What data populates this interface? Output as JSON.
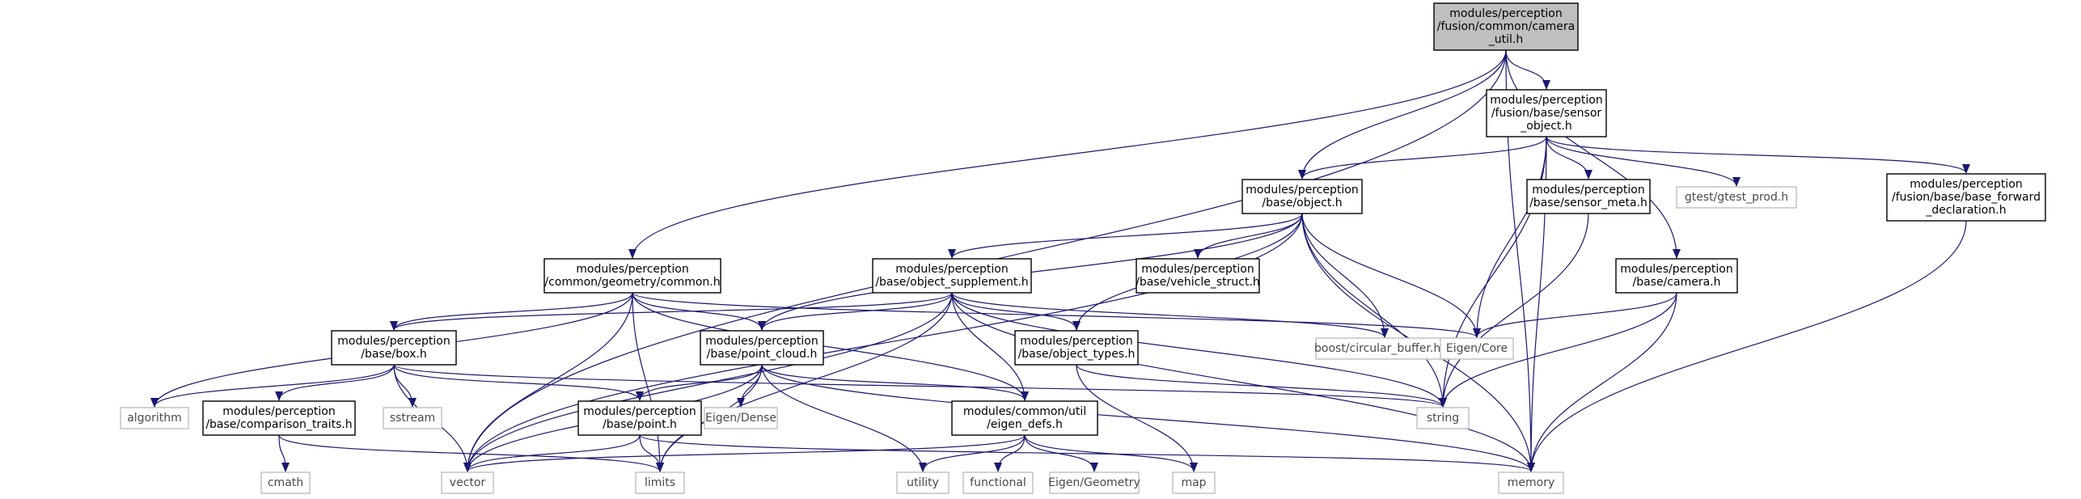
{
  "colors": {
    "edge": "#191970",
    "node_border": "#000000",
    "node_fill": "#ffffff",
    "root_fill": "#bfbfbf",
    "system_border": "#bfbfbf",
    "system_text": "#4a4a4a",
    "text": "#000000"
  },
  "nodes": [
    {
      "id": "camera_util",
      "lines": [
        "modules/perception",
        "/fusion/common/camera",
        "_util.h"
      ],
      "kind": "root"
    },
    {
      "id": "sensor_object",
      "lines": [
        "modules/perception",
        "/fusion/base/sensor",
        "_object.h"
      ],
      "kind": "file"
    },
    {
      "id": "object",
      "lines": [
        "modules/perception",
        "/base/object.h"
      ],
      "kind": "file"
    },
    {
      "id": "sensor_meta",
      "lines": [
        "modules/perception",
        "/base/sensor_meta.h"
      ],
      "kind": "file"
    },
    {
      "id": "gtest_prod",
      "lines": [
        "gtest/gtest_prod.h"
      ],
      "kind": "system"
    },
    {
      "id": "base_forward",
      "lines": [
        "modules/perception",
        "/fusion/base/base_forward",
        "_declaration.h"
      ],
      "kind": "file"
    },
    {
      "id": "geom_common",
      "lines": [
        "modules/perception",
        "/common/geometry/common.h"
      ],
      "kind": "file"
    },
    {
      "id": "object_supplement",
      "lines": [
        "modules/perception",
        "/base/object_supplement.h"
      ],
      "kind": "file"
    },
    {
      "id": "vehicle_struct",
      "lines": [
        "modules/perception",
        "/base/vehicle_struct.h"
      ],
      "kind": "file"
    },
    {
      "id": "camera",
      "lines": [
        "modules/perception",
        "/base/camera.h"
      ],
      "kind": "file"
    },
    {
      "id": "box",
      "lines": [
        "modules/perception",
        "/base/box.h"
      ],
      "kind": "file"
    },
    {
      "id": "point_cloud",
      "lines": [
        "modules/perception",
        "/base/point_cloud.h"
      ],
      "kind": "file"
    },
    {
      "id": "object_types",
      "lines": [
        "modules/perception",
        "/base/object_types.h"
      ],
      "kind": "file"
    },
    {
      "id": "circular_buffer",
      "lines": [
        "boost/circular_buffer.hpp"
      ],
      "kind": "system"
    },
    {
      "id": "eigen_core",
      "lines": [
        "Eigen/Core"
      ],
      "kind": "system"
    },
    {
      "id": "algorithm",
      "lines": [
        "algorithm"
      ],
      "kind": "system"
    },
    {
      "id": "sstream",
      "lines": [
        "sstream"
      ],
      "kind": "system"
    },
    {
      "id": "comparison_traits",
      "lines": [
        "modules/perception",
        "/base/comparison_traits.h"
      ],
      "kind": "file"
    },
    {
      "id": "point",
      "lines": [
        "modules/perception",
        "/base/point.h"
      ],
      "kind": "file"
    },
    {
      "id": "eigen_dense",
      "lines": [
        "Eigen/Dense"
      ],
      "kind": "system"
    },
    {
      "id": "eigen_defs",
      "lines": [
        "modules/common/util",
        "/eigen_defs.h"
      ],
      "kind": "file"
    },
    {
      "id": "string",
      "lines": [
        "string"
      ],
      "kind": "system"
    },
    {
      "id": "cmath",
      "lines": [
        "cmath"
      ],
      "kind": "system"
    },
    {
      "id": "vector",
      "lines": [
        "vector"
      ],
      "kind": "system"
    },
    {
      "id": "limits",
      "lines": [
        "limits"
      ],
      "kind": "system"
    },
    {
      "id": "utility",
      "lines": [
        "utility"
      ],
      "kind": "system"
    },
    {
      "id": "functional",
      "lines": [
        "functional"
      ],
      "kind": "system"
    },
    {
      "id": "eigen_geometry",
      "lines": [
        "Eigen/Geometry"
      ],
      "kind": "system"
    },
    {
      "id": "map",
      "lines": [
        "map"
      ],
      "kind": "system"
    },
    {
      "id": "memory",
      "lines": [
        "memory"
      ],
      "kind": "system"
    }
  ],
  "edges": [
    [
      "camera_util",
      "sensor_object"
    ],
    [
      "camera_util",
      "object"
    ],
    [
      "camera_util",
      "geom_common"
    ],
    [
      "camera_util",
      "camera"
    ],
    [
      "camera_util",
      "vector"
    ],
    [
      "camera_util",
      "memory"
    ],
    [
      "sensor_object",
      "object"
    ],
    [
      "sensor_object",
      "sensor_meta"
    ],
    [
      "sensor_object",
      "gtest_prod"
    ],
    [
      "sensor_object",
      "base_forward"
    ],
    [
      "sensor_object",
      "eigen_core"
    ],
    [
      "sensor_object",
      "string"
    ],
    [
      "sensor_object",
      "memory"
    ],
    [
      "object",
      "object_supplement"
    ],
    [
      "object",
      "vehicle_struct"
    ],
    [
      "object",
      "point_cloud"
    ],
    [
      "object",
      "object_types"
    ],
    [
      "object",
      "circular_buffer"
    ],
    [
      "object",
      "eigen_core"
    ],
    [
      "object",
      "string"
    ],
    [
      "object",
      "vector"
    ],
    [
      "object",
      "memory"
    ],
    [
      "sensor_meta",
      "string"
    ],
    [
      "base_forward",
      "memory"
    ],
    [
      "geom_common",
      "box"
    ],
    [
      "geom_common",
      "point_cloud"
    ],
    [
      "geom_common",
      "eigen_defs"
    ],
    [
      "geom_common",
      "eigen_core"
    ],
    [
      "geom_common",
      "algorithm"
    ],
    [
      "geom_common",
      "vector"
    ],
    [
      "geom_common",
      "limits"
    ],
    [
      "object_supplement",
      "box"
    ],
    [
      "object_supplement",
      "point_cloud"
    ],
    [
      "object_supplement",
      "object_types"
    ],
    [
      "object_supplement",
      "eigen_defs"
    ],
    [
      "object_supplement",
      "circular_buffer"
    ],
    [
      "object_supplement",
      "string"
    ],
    [
      "object_supplement",
      "vector"
    ],
    [
      "object_supplement",
      "memory"
    ],
    [
      "object_supplement",
      "limits"
    ],
    [
      "camera",
      "eigen_core"
    ],
    [
      "camera",
      "string"
    ],
    [
      "camera",
      "memory"
    ],
    [
      "box",
      "comparison_traits"
    ],
    [
      "box",
      "point"
    ],
    [
      "box",
      "algorithm"
    ],
    [
      "box",
      "sstream"
    ],
    [
      "box",
      "string"
    ],
    [
      "box",
      "vector"
    ],
    [
      "point_cloud",
      "point"
    ],
    [
      "point_cloud",
      "eigen_dense"
    ],
    [
      "point_cloud",
      "eigen_defs"
    ],
    [
      "point_cloud",
      "vector"
    ],
    [
      "point_cloud",
      "memory"
    ],
    [
      "point_cloud",
      "limits"
    ],
    [
      "point_cloud",
      "utility"
    ],
    [
      "object_types",
      "string"
    ],
    [
      "object_types",
      "map"
    ],
    [
      "comparison_traits",
      "cmath"
    ],
    [
      "comparison_traits",
      "limits"
    ],
    [
      "point",
      "vector"
    ],
    [
      "point",
      "limits"
    ],
    [
      "point",
      "memory"
    ],
    [
      "eigen_defs",
      "vector"
    ],
    [
      "eigen_defs",
      "utility"
    ],
    [
      "eigen_defs",
      "functional"
    ],
    [
      "eigen_defs",
      "eigen_geometry"
    ],
    [
      "eigen_defs",
      "map"
    ]
  ]
}
